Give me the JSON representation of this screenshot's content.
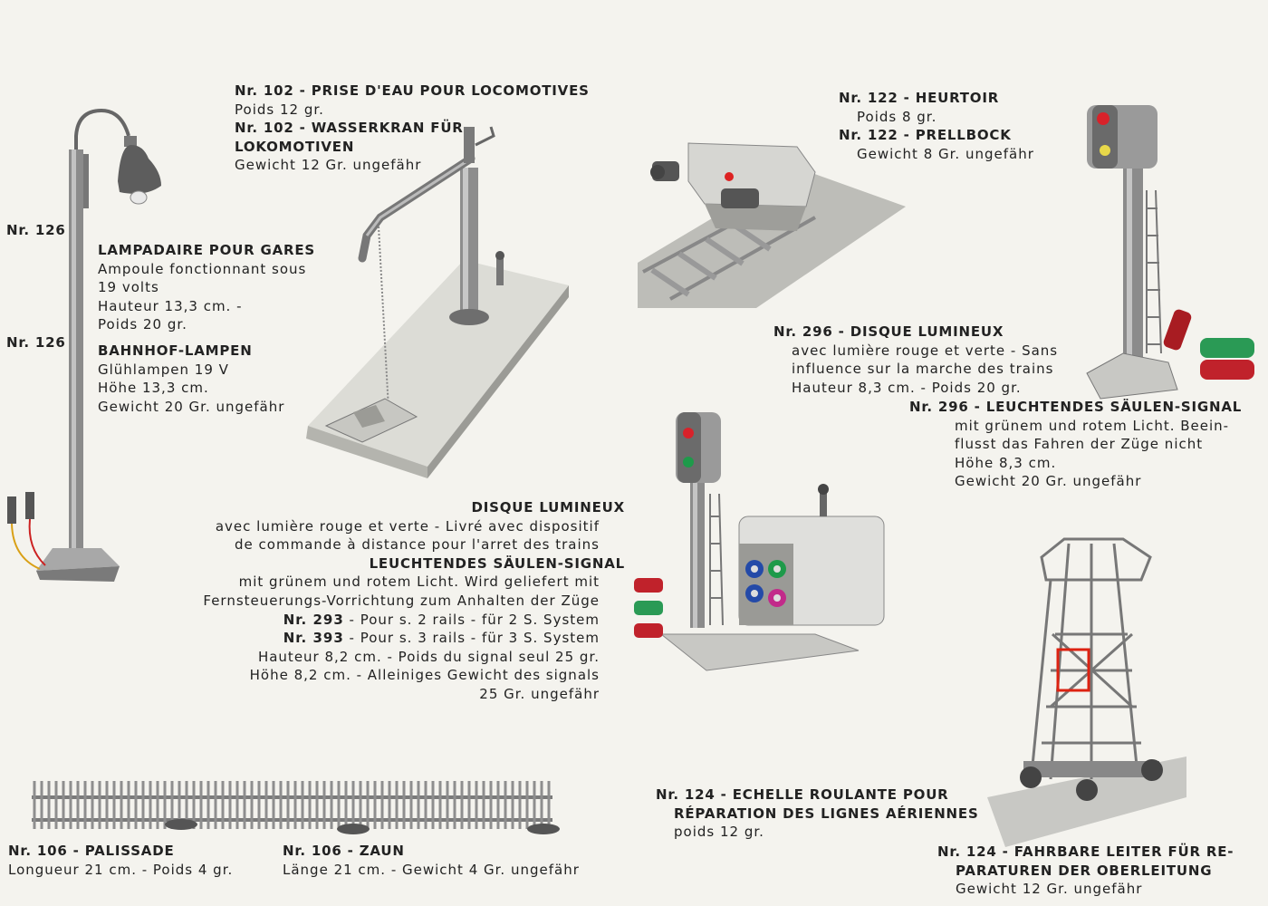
{
  "lamp": {
    "nr_fr": "Nr. 126",
    "nr_de": "Nr. 126",
    "title_fr": "LAMPADAIRE POUR GARES",
    "desc_fr": [
      "Ampoule fonctionnant sous",
      "19 volts",
      "Hauteur 13,3 cm. -",
      "Poids 20 gr."
    ],
    "title_de": "BAHNHOF-LAMPEN",
    "desc_de": [
      "Glühlampen 19 V",
      "Höhe 13,3 cm.",
      "Gewicht 20 Gr. ungefähr"
    ]
  },
  "water_crane": {
    "title_fr": "Nr. 102 - PRISE D'EAU POUR LOCOMOTIVES",
    "weight_fr": "Poids 12 gr.",
    "title_de_1": "Nr. 102 - WASSERKRAN FÜR",
    "title_de_2": "LOKOMOTIVEN",
    "weight_de": "Gewicht 12 Gr. ungefähr"
  },
  "buffer": {
    "title_fr": "Nr. 122 - HEURTOIR",
    "weight_fr": "Poids 8 gr.",
    "title_de": "Nr. 122 - PRELLBOCK",
    "weight_de": "Gewicht 8 Gr. ungefähr"
  },
  "signal_296": {
    "title_fr": "Nr. 296 - DISQUE LUMINEUX",
    "desc_fr": [
      "avec lumière rouge et verte - Sans",
      "influence sur la marche des trains",
      "Hauteur 8,3 cm. - Poids 20 gr."
    ],
    "title_de": "Nr. 296 - LEUCHTENDES SÄULEN-SIGNAL",
    "desc_de": [
      "mit grünem und rotem Licht. Beein-",
      "flusst das Fahren der Züge nicht",
      "Höhe 8,3 cm.",
      "Gewicht 20 Gr. ungefähr"
    ]
  },
  "signal_293": {
    "title_fr": "DISQUE LUMINEUX",
    "desc_fr": [
      "avec lumière rouge et verte - Livré avec dispositif",
      "de commande à distance pour l'arret des trains"
    ],
    "title_de": "LEUCHTENDES SÄULEN-SIGNAL",
    "desc_de": [
      "mit grünem und rotem Licht. Wird geliefert mit",
      "Fernsteuerungs-Vorrichtung zum Anhalten der Züge"
    ],
    "v293_nr": "Nr. 293",
    "v293_text": " - Pour s. 2 rails - für 2 S. System",
    "v393_nr": "Nr. 393",
    "v393_text": " - Pour s. 3 rails - für 3 S. System",
    "dims": [
      "Hauteur 8,2 cm. - Poids du signal seul 25 gr.",
      "Höhe 8,2 cm. - Alleiniges Gewicht des signals",
      "25 Gr. ungefähr"
    ]
  },
  "fence": {
    "title_fr": "Nr. 106 - PALISSADE",
    "desc_fr": "Longueur 21 cm. - Poids 4 gr.",
    "title_de": "Nr. 106 - ZAUN",
    "desc_de": "Länge 21 cm. - Gewicht 4 Gr. ungefähr"
  },
  "ladder": {
    "title_fr_1": "Nr. 124 - ECHELLE ROULANTE POUR",
    "title_fr_2": "RÉPARATION DES LIGNES AÉRIENNES",
    "weight_fr": "poids 12 gr.",
    "title_de_1": "Nr. 124 - FAHRBARE LEITER FÜR RE-",
    "title_de_2": "PARATUREN DER OBERLEITUNG",
    "weight_de": "Gewicht 12 Gr. ungefähr"
  },
  "colors": {
    "paper": "#f4f3ee",
    "ink": "#222222",
    "signal_red": "#c8202a",
    "signal_green": "#1e9a4a"
  }
}
